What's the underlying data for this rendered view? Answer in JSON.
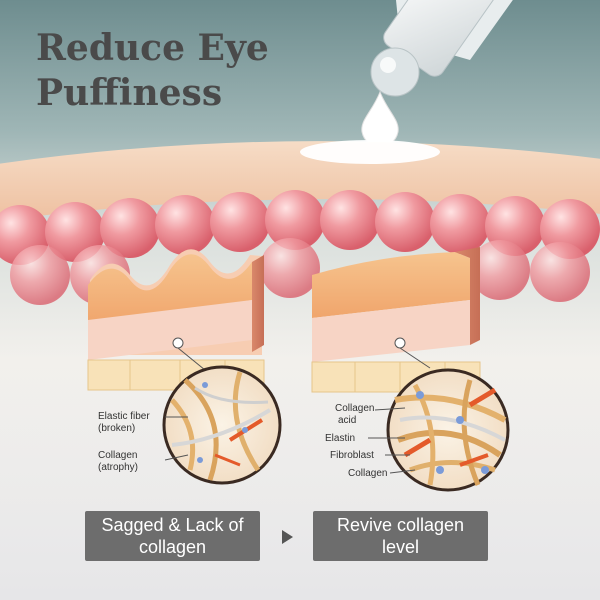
{
  "headline": {
    "line1": "Reduce Eye",
    "line2": "Puffiness"
  },
  "left_panel": {
    "labels": [
      "Elastic fiber",
      "(broken)",
      "Collagen",
      "(atrophy)"
    ]
  },
  "right_panel": {
    "labels": [
      "Collagen",
      "acid",
      "Elastin",
      "Fibroblast",
      "Collagen"
    ]
  },
  "buttons": {
    "before": "Sagged & Lack of collagen",
    "after": "Revive collagen level"
  },
  "colors": {
    "headline": "#4a4a4a",
    "button_bg": "#6d6d6d",
    "skin": "#f3c9a2",
    "cells": "#e9838c"
  },
  "icons": [
    "roller-bottle-icon",
    "serum-drop-icon",
    "arrow-right-icon"
  ]
}
